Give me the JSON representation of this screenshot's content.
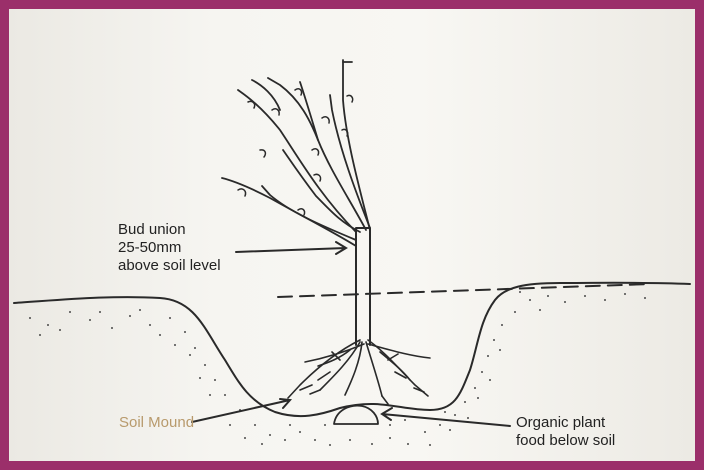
{
  "labels": {
    "bud_union": [
      "Bud union",
      "25-50mm",
      "above soil level"
    ],
    "soil_mound": "Soil Mound",
    "organic_food": [
      "Organic plant",
      "food below soil"
    ]
  },
  "colors": {
    "frame": "#9b2f6a",
    "paper": "#f3f2ee",
    "ink": "#2a2a2a",
    "soil_mound_label": "#b89a6c"
  }
}
